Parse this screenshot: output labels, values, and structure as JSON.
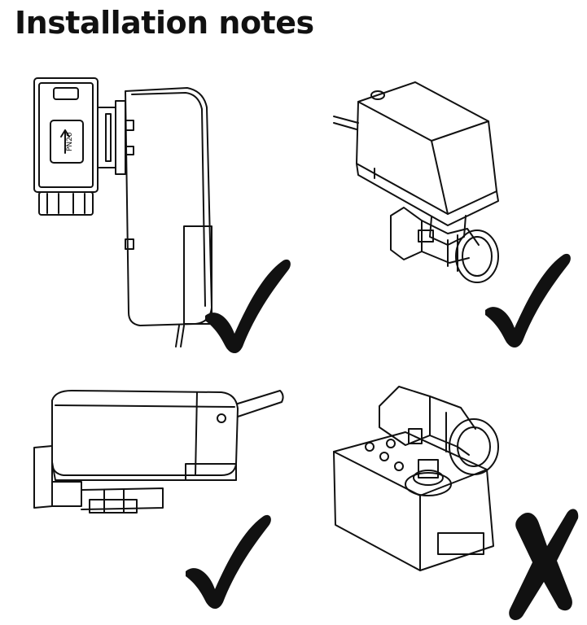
{
  "page": {
    "title": "Installation notes"
  },
  "panels": [
    {
      "orientation": "vertical-valve-actuator-side",
      "status": "correct",
      "marker": "check-icon",
      "body_label": "PN20"
    },
    {
      "orientation": "horizontal-actuator-on-top",
      "status": "correct",
      "marker": "check-icon",
      "body_label": ""
    },
    {
      "orientation": "horizontal-actuator-side",
      "status": "correct",
      "marker": "check-icon",
      "body_label": ""
    },
    {
      "orientation": "actuator-below-valve",
      "status": "incorrect",
      "marker": "cross-icon",
      "body_label": ""
    }
  ],
  "colors": {
    "ink": "#111111",
    "paper": "#ffffff"
  }
}
